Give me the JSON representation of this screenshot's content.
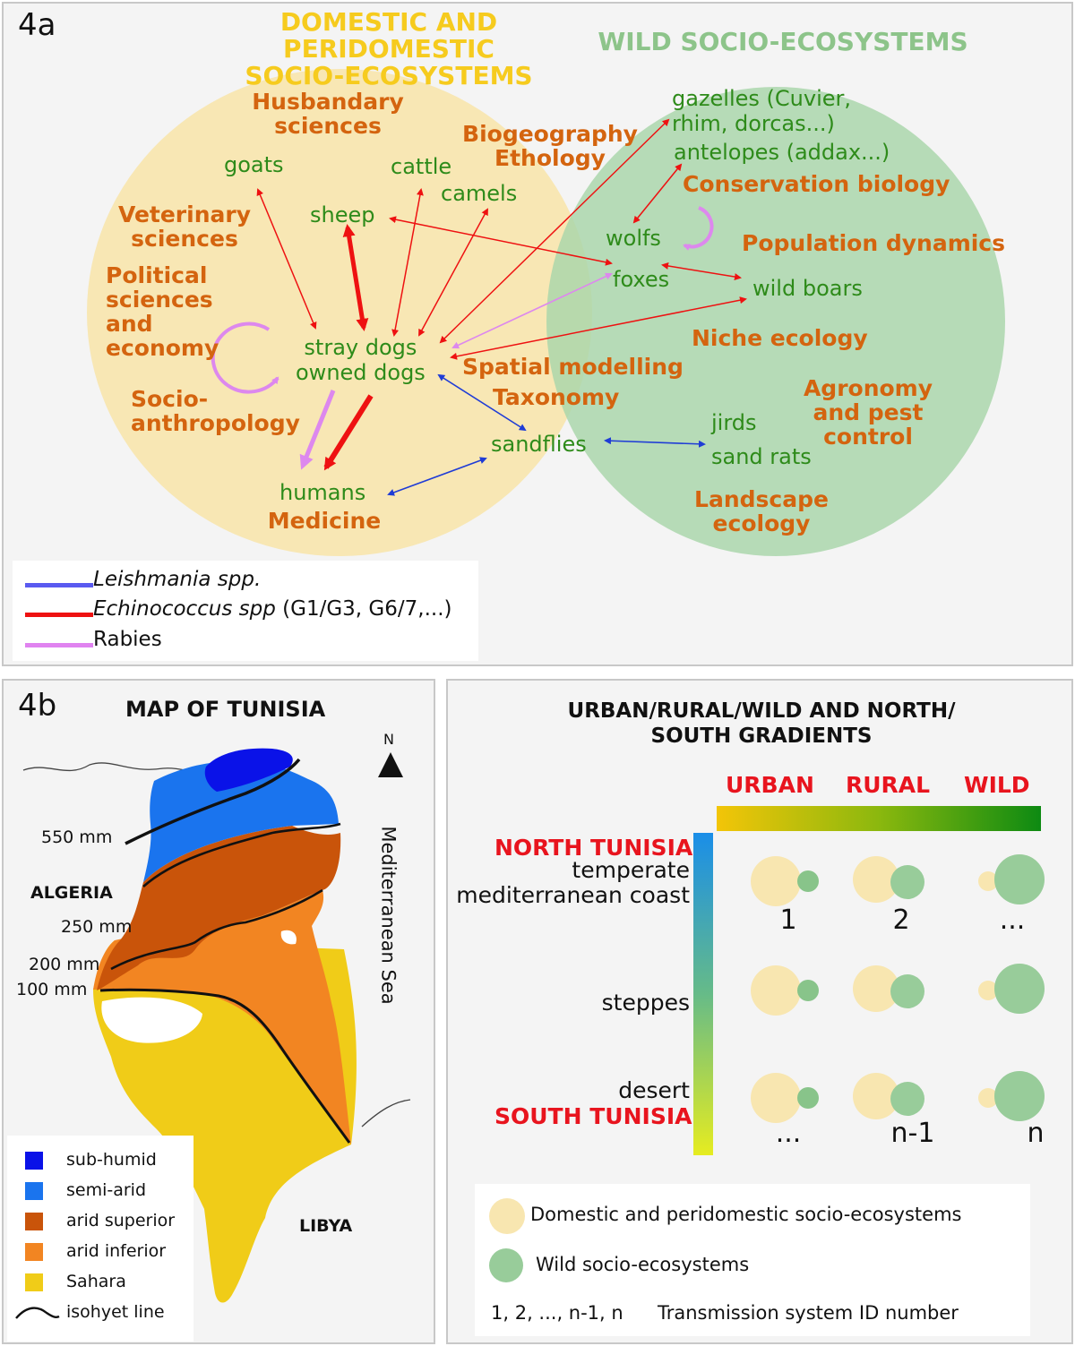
{
  "panel_a": {
    "id": "4a",
    "title_domestic": "DOMESTIC AND PERIDOMESTIC\nSOCIO-ECOSYSTEMS",
    "title_wild": "WILD SOCIO-ECOSYSTEMS",
    "fields": {
      "husbandary": "Husbandary\nsciences",
      "veterinary": "Veterinary\nsciences",
      "political": "Political\nsciences and\neconomy",
      "socio": "Socio-\nanthropology",
      "medicine": "Medicine",
      "biogeo": "Biogeography\nEthology",
      "conservation": "Conservation biology",
      "population": "Population dynamics",
      "niche": "Niche ecology",
      "spatial": "Spatial modelling",
      "taxonomy": "Taxonomy",
      "agronomy": "Agronomy\nand pest\ncontrol",
      "landscape": "Landscape\necology"
    },
    "species": {
      "goats": "goats",
      "sheep": "sheep",
      "cattle": "cattle",
      "camels": "camels",
      "dogs": "stray dogs\nowned dogs",
      "humans": "humans",
      "sandflies": "sandflies",
      "gazelles": "gazelles (Cuvier,\nrhim, dorcas...)",
      "antelopes": "antelopes (addax...)",
      "wolfs": "wolfs",
      "foxes": "foxes",
      "boars": "wild boars",
      "jirds": "jirds",
      "sandrats": "sand rats"
    },
    "legend": [
      {
        "italic": "Leishmania spp.",
        "rest": "",
        "color": "#5a5af0"
      },
      {
        "italic": "Echinococcus spp",
        "rest": " (G1/G3, G6/7,...)",
        "color": "#ee1111"
      },
      {
        "italic": "",
        "rest": "Rabies",
        "color": "#e083f0"
      }
    ],
    "colors": {
      "domestic": "#f8e6b0",
      "wild": "#a8d5aa",
      "field": "#d4640f",
      "species": "#2e8b1a",
      "echinococcus": "#ee1111",
      "leishmania": "#1f3cd6",
      "rabies": "#dd88ee"
    }
  },
  "panel_b": {
    "id": "4b",
    "title": "MAP OF TUNISIA",
    "north": "N",
    "sea": "Mediterranean Sea",
    "algeria": "ALGERIA",
    "libya": "LIBYA",
    "isohyets": [
      "550 mm",
      "250 mm",
      "200 mm",
      "100 mm"
    ],
    "legend": [
      {
        "label": "sub-humid",
        "color": "#0a12e8"
      },
      {
        "label": "semi-arid",
        "color": "#1a74ee"
      },
      {
        "label": "arid superior",
        "color": "#c9540a"
      },
      {
        "label": "arid inferior",
        "color": "#f28522"
      },
      {
        "label": "Sahara",
        "color": "#f0cc18"
      }
    ],
    "isohyet_label": "isohyet line"
  },
  "panel_c": {
    "title": "URBAN/RURAL/WILD AND NORTH/\nSOUTH GRADIENTS",
    "columns": [
      "URBAN",
      "RURAL",
      "WILD"
    ],
    "north": "NORTH TUNISIA",
    "north_sub": "temperate\nmediterranean coast",
    "steppes": "steppes",
    "desert": "desert",
    "south": "SOUTH TUNISIA",
    "row1_numbers": [
      "1",
      "2",
      "..."
    ],
    "row3_numbers": [
      "...",
      "n-1",
      "n"
    ],
    "legend_domestic": "Domestic and peridomestic socio-ecosystems",
    "legend_wild": "Wild socio-ecosystems",
    "legend_ids": "1, 2, ..., n-1, n",
    "legend_ids_desc": "Transmission system ID number"
  }
}
